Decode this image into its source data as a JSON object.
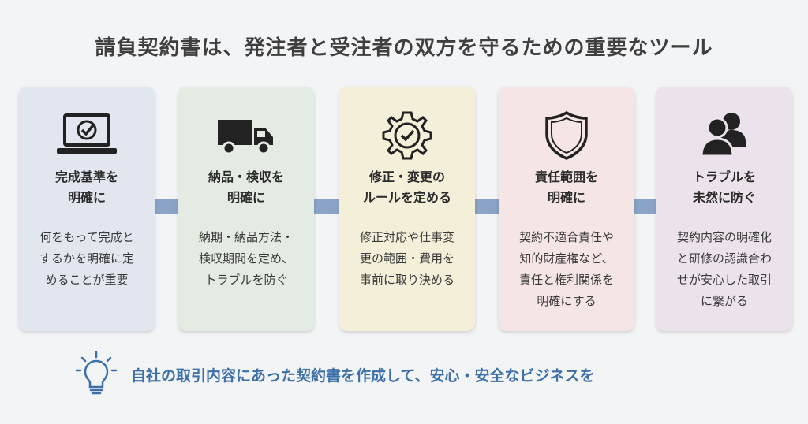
{
  "title": "請負契約書は、発注者と受注者の双方を守るための重要なツール",
  "cards": [
    {
      "icon": "laptop-check-icon",
      "heading": "完成基準を\n明確に",
      "desc": "何をもって完成と\nするかを明確に定\nめることが重要",
      "color": "#e2e7ef"
    },
    {
      "icon": "truck-icon",
      "heading": "納品・検収を\n明確に",
      "desc": "納期・納品方法・\n検収期間を定め、\nトラブルを防ぐ",
      "color": "#e3ebe2"
    },
    {
      "icon": "gear-check-icon",
      "heading": "修正・変更の\nルールを定める",
      "desc": "修正対応や仕事変\n更の範囲・費用を\n事前に取り決める",
      "color": "#f3efd8"
    },
    {
      "icon": "shield-icon",
      "heading": "責任範囲を\n明確に",
      "desc": "契約不適合責任や\n知的財産権など、\n責任と権利関係を\n明確にする",
      "color": "#f5e5e5"
    },
    {
      "icon": "people-icon",
      "heading": "トラブルを\n未然に防ぐ",
      "desc": "契約内容の明確化\nと研修の認識合わ\nせが安心した取引\nに繋がる",
      "color": "#ebe2eb"
    }
  ],
  "footer": {
    "message": "自社の取引内容にあった契約書を作成して、安心・安全なビジネスを",
    "accent": "#3d6fa8"
  }
}
